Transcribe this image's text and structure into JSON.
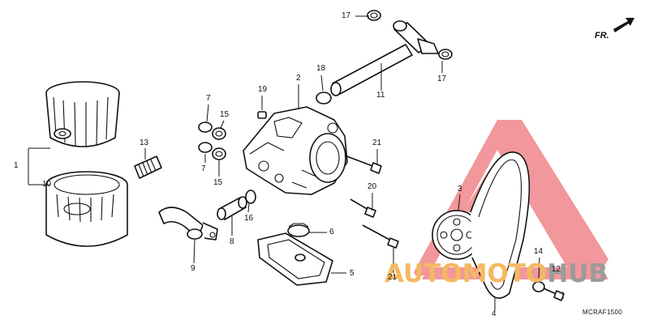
{
  "diagram": {
    "code": "MCRAF1500",
    "direction_label": "FR.",
    "callouts": [
      {
        "id": "c17a",
        "text": "17"
      },
      {
        "id": "c17b",
        "text": "17"
      },
      {
        "id": "c18",
        "text": "18"
      },
      {
        "id": "c11",
        "text": "11"
      },
      {
        "id": "c2",
        "text": "2"
      },
      {
        "id": "c19",
        "text": "19"
      },
      {
        "id": "c7a",
        "text": "7"
      },
      {
        "id": "c15a",
        "text": "15"
      },
      {
        "id": "c7b",
        "text": "7"
      },
      {
        "id": "c15b",
        "text": "15"
      },
      {
        "id": "c13",
        "text": "13"
      },
      {
        "id": "c1",
        "text": "1"
      },
      {
        "id": "c10",
        "text": "10"
      },
      {
        "id": "c21a",
        "text": "21"
      },
      {
        "id": "c20",
        "text": "20"
      },
      {
        "id": "c16",
        "text": "16"
      },
      {
        "id": "c8",
        "text": "8"
      },
      {
        "id": "c9",
        "text": "9"
      },
      {
        "id": "c6",
        "text": "6"
      },
      {
        "id": "c5",
        "text": "5"
      },
      {
        "id": "c21b",
        "text": "21"
      },
      {
        "id": "c3",
        "text": "3"
      },
      {
        "id": "c14",
        "text": "14"
      },
      {
        "id": "c12",
        "text": "12"
      },
      {
        "id": "c4",
        "text": "4"
      }
    ]
  },
  "watermark": {
    "text_part1": "AUTOMOTO",
    "text_part2": "HUB",
    "color_triangle": "#e8434b",
    "color_part1": "#f4b962",
    "color_part2": "#9b9b9b"
  }
}
